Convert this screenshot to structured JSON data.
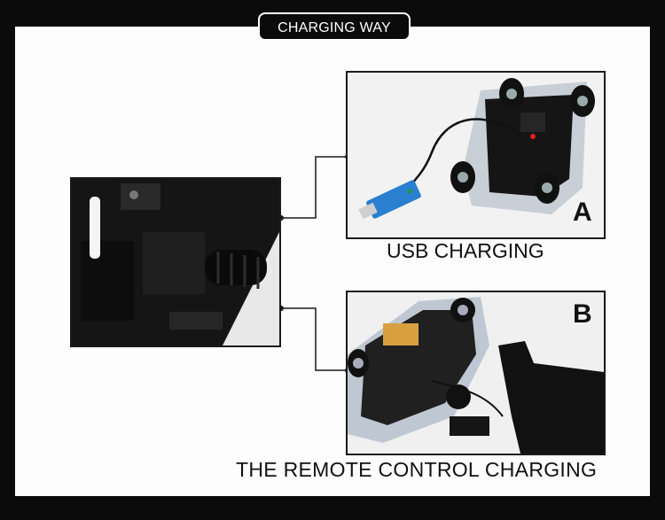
{
  "title": "CHARGING WAY",
  "sections": {
    "usb": {
      "label": "A",
      "caption": "USB CHARGING"
    },
    "remote": {
      "label": "B",
      "caption": "THE REMOTE CONTROL CHARGING"
    }
  },
  "colors": {
    "background": "#0b0b0b",
    "panel": "#fdfdfd",
    "usb_plug": "#2a7fd0"
  }
}
